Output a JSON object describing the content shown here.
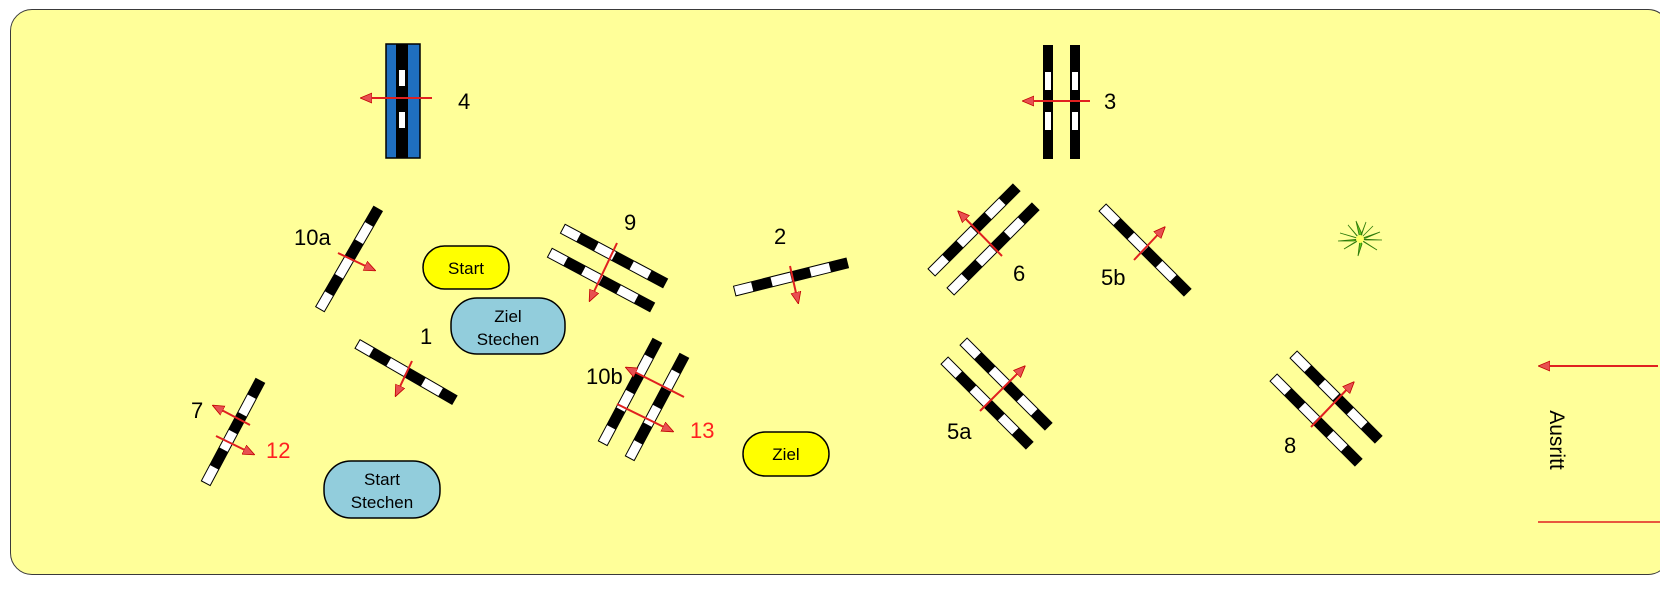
{
  "colors": {
    "arena": "#ffff99",
    "arrow": "#e02020",
    "yellow_pill": "#ffff00",
    "blue_pill": "#92cddc",
    "water_jump": "#1f6fc0",
    "red_numbers": "#ff2020"
  },
  "obstacle_numbers": {
    "n1": "1",
    "n2": "2",
    "n3": "3",
    "n4": "4",
    "n5a": "5a",
    "n5b": "5b",
    "n6": "6",
    "n7": "7",
    "n8": "8",
    "n9": "9",
    "n10a": "10a",
    "n10b": "10b",
    "n12": "12",
    "n13": "13"
  },
  "markers": {
    "start": "Start",
    "ziel": "Ziel",
    "ziel_stechen_1": "Ziel",
    "ziel_stechen_2": "Stechen",
    "start_stechen_1": "Start",
    "start_stechen_2": "Stechen"
  },
  "exit": {
    "label": "Ausritt",
    "icon": "arrow-left-icon"
  },
  "decoration": {
    "icon": "plant-icon"
  }
}
